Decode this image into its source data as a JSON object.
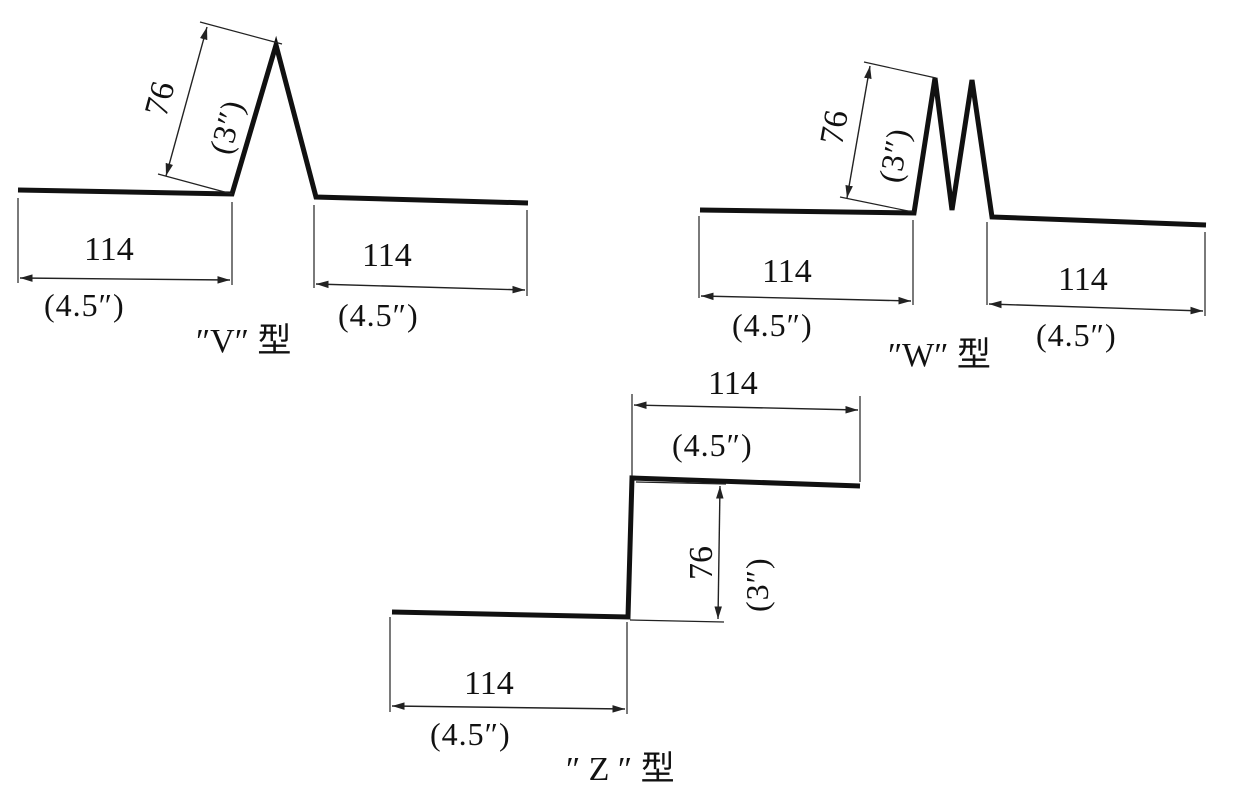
{
  "diagrams": {
    "v": {
      "caption": "″V″ 型",
      "height_mm": "76",
      "height_in": "(3″)",
      "left_mm": "114",
      "left_in": "(4.5″)",
      "right_mm": "114",
      "right_in": "(4.5″)"
    },
    "w": {
      "caption": "″W″ 型",
      "height_mm": "76",
      "height_in": "(3″)",
      "left_mm": "114",
      "left_in": "(4.5″)",
      "right_mm": "114",
      "right_in": "(4.5″)"
    },
    "z": {
      "caption": "″ Z ″ 型",
      "top_mm": "114",
      "top_in": "(4.5″)",
      "height_mm": "76",
      "height_in": "(3″)",
      "bottom_mm": "114",
      "bottom_in": "(4.5″)"
    }
  }
}
